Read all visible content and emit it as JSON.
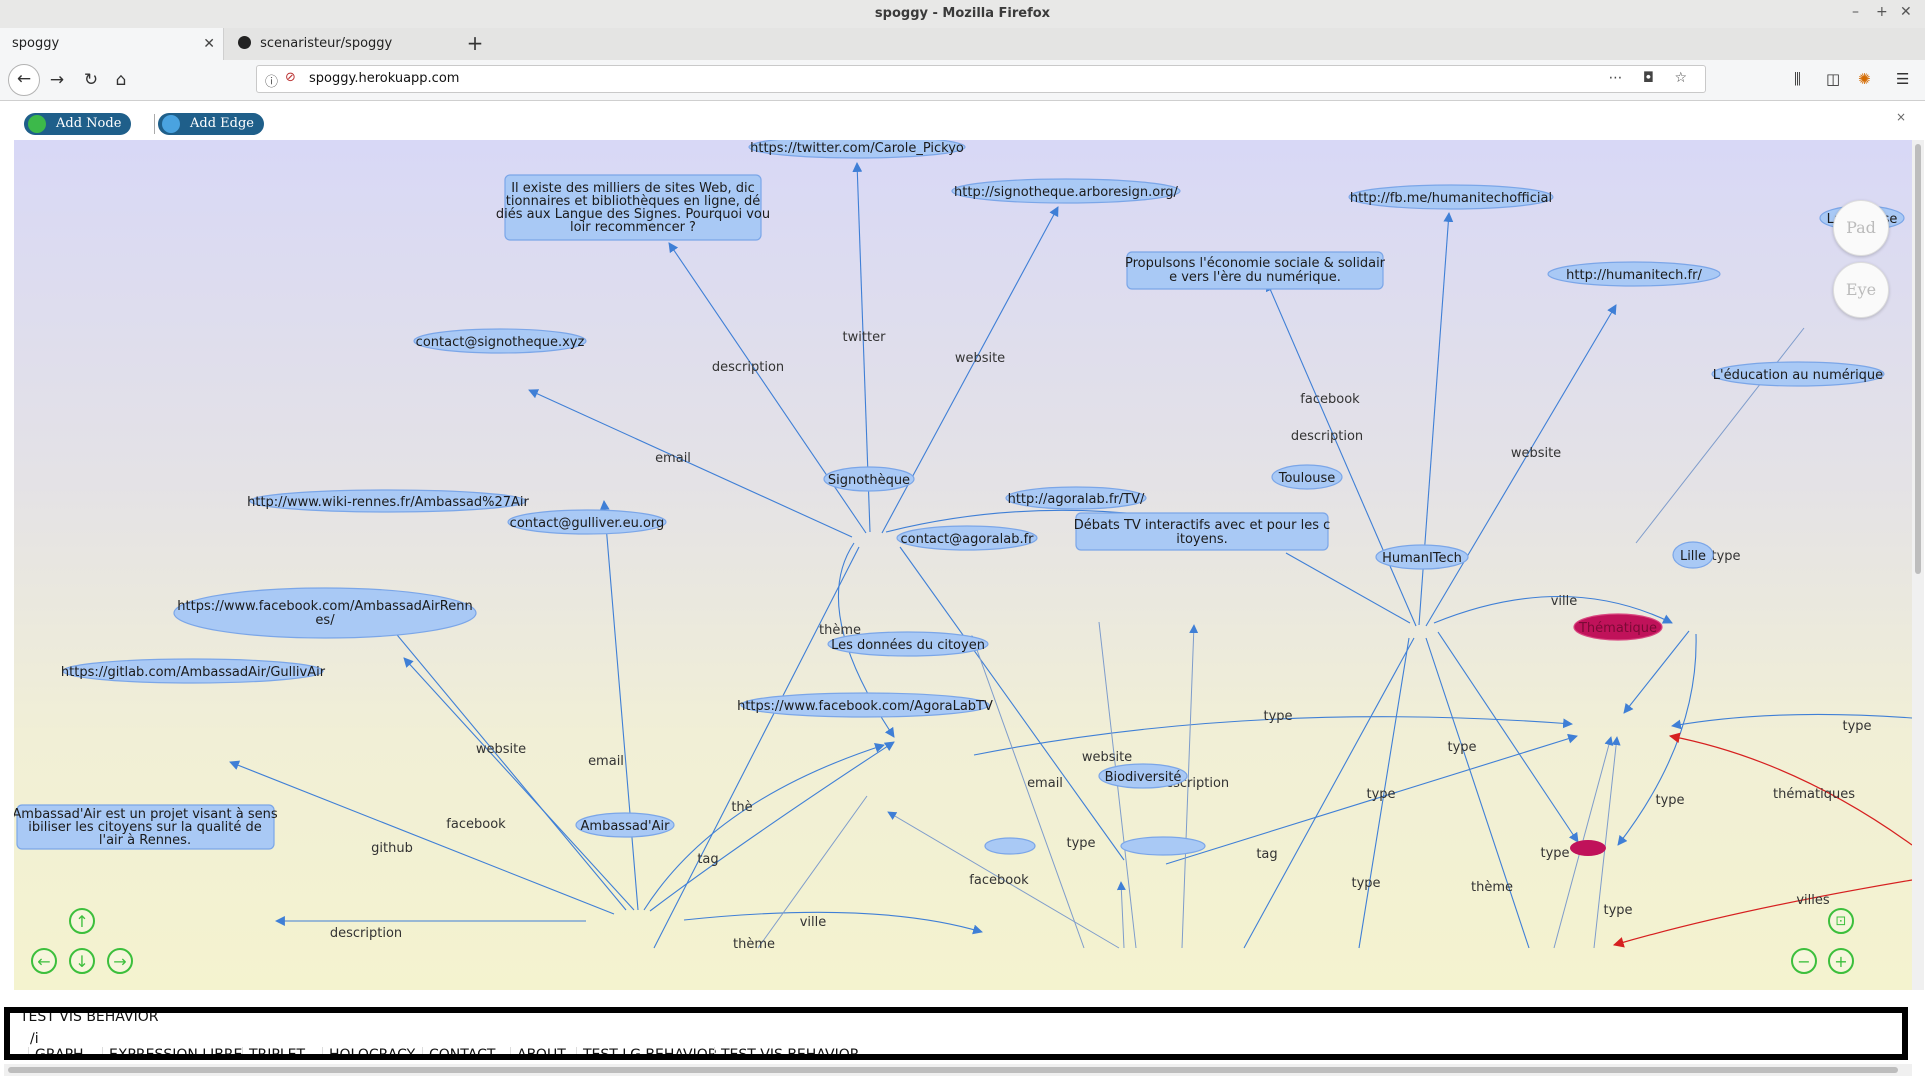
{
  "window": {
    "title": "spoggy - Mozilla Firefox"
  },
  "tabs": [
    {
      "label": "spoggy",
      "active": true
    },
    {
      "label": "scenaristeur/spoggy",
      "active": false
    }
  ],
  "urlbar": {
    "url": "spoggy.herokuapp.com"
  },
  "toolbar": {
    "add_node": "Add Node",
    "add_edge": "Add Edge"
  },
  "side_buttons": {
    "b1": "Pad",
    "b2": "Eye"
  },
  "colors": {
    "node": "#a9c9f5",
    "node_border": "#7ba6e8",
    "edge": "#3f7fd6",
    "theme_node": "#c0125a",
    "red_edge": "#d62020"
  },
  "nodes": {
    "twitter": "https://twitter.com/Carole_Pickyo",
    "desc_signo_1": "Il existe des milliers de sites Web, dic",
    "desc_signo_2": "tionnaires et bibliothèques en ligne, dé",
    "desc_signo_3": "diés aux Langue des Signes. Pourquoi vou",
    "desc_signo_4": "loir recommencer ?",
    "arboresign": "http://signotheque.arboresign.org/",
    "humanitech_fb": "http://fb.me/humanitechofficial",
    "propulsons_1": "Propulsons l'économie sociale & solidair",
    "propulsons_2": "e vers l'ère du numérique.",
    "humanitech_site": "http://humanitech.fr/",
    "lapaillasse": "LaPaillasse",
    "contact_signo": "contact@signotheque.xyz",
    "education": "L'éducation au numérique",
    "signotheque": "Signothèque",
    "toulouse": "Toulouse",
    "agoralab_tv": "http://agoralab.fr/TV/",
    "wiki_rennes": "http://www.wiki-rennes.fr/Ambassad%27Air",
    "contact_gulliver": "contact@gulliver.eu.org",
    "debats_1": "Débats TV interactifs avec et pour les c",
    "debats_2": "itoyens.",
    "contact_agoralab": "contact@agoralab.fr",
    "humanitech": "HumanITech",
    "lille": "Lille",
    "fb_ambassad_1": "https://www.facebook.com/AmbassadAirRenn",
    "fb_ambassad_2": "es/",
    "thematique": "Thématique",
    "donnees": "Les données du citoyen",
    "gitlab": "https://gitlab.com/AmbassadAir/GullivAir",
    "fb_agoralab": "https://www.facebook.com/AgoraLabTV",
    "biodiversite": "Biodiversité",
    "ambassad_air": "Ambassad'Air",
    "desc_amb_1": "Ambassad'Air est un projet visant à sens",
    "desc_amb_2": "ibiliser les citoyens sur la qualité de",
    "desc_amb_3": "l'air à Rennes."
  },
  "edges": {
    "twitter": "twitter",
    "description": "description",
    "website": "website",
    "email": "email",
    "ville": "ville",
    "theme": "thème",
    "facebook": "facebook",
    "type": "type",
    "tag": "tag",
    "github": "github",
    "thematiques": "thématiques",
    "villes": "villes",
    "theme_trunc": "thè"
  },
  "bottom": {
    "overlay": "TEST VIS BEHAVIOR",
    "slash": "/i",
    "tabs": [
      "GRAPH",
      "EXPRESSION LIBRE",
      "TRIPLET",
      "HOLOCRACY",
      "CONTACT",
      "ABOUT",
      "TEST LG BEHAVIOR",
      "TEST VIS BEHAVIOR"
    ]
  }
}
